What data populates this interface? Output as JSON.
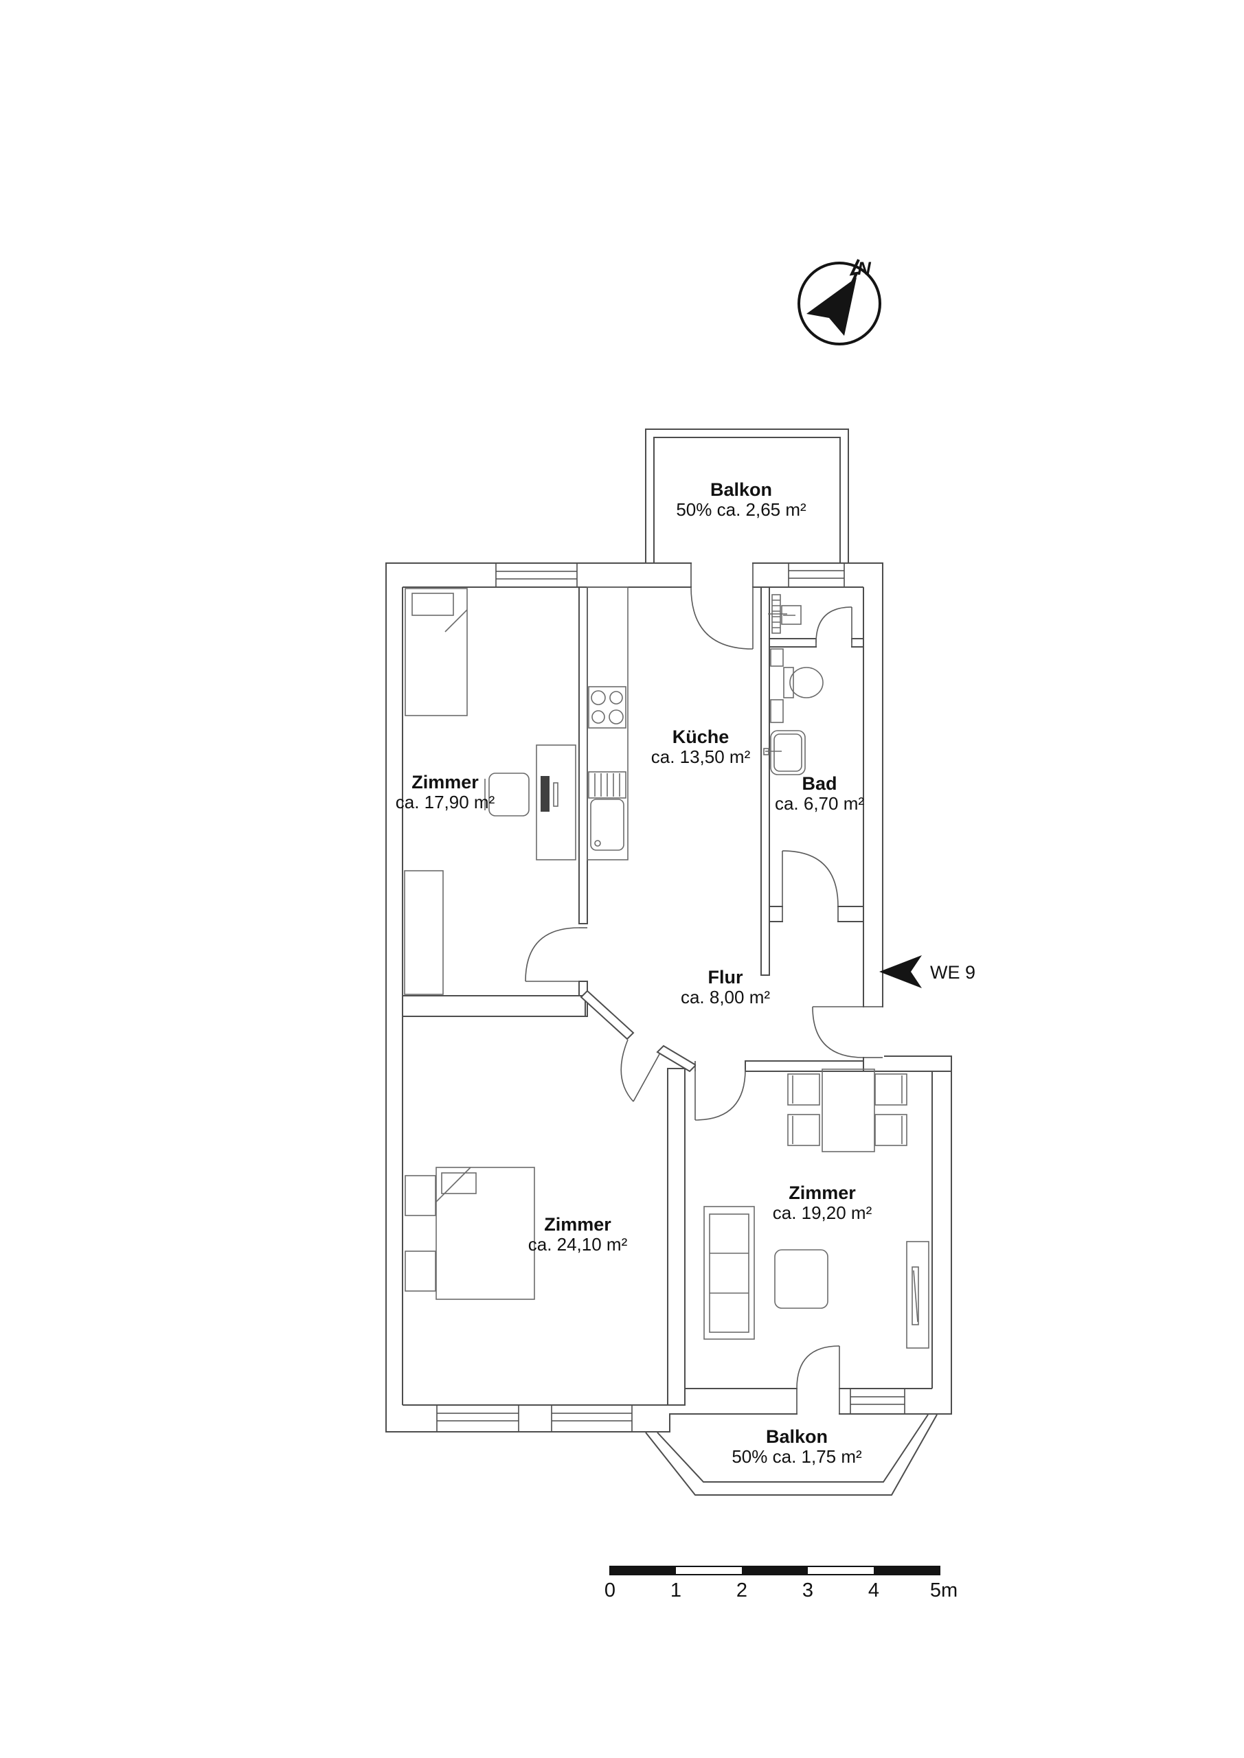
{
  "compass": {
    "label": "N"
  },
  "entrance": {
    "label": "WE 9"
  },
  "rooms": {
    "balkon_top": {
      "name": "Balkon",
      "area": "50% ca. 2,65 m²"
    },
    "zimmer_nw": {
      "name": "Zimmer",
      "area": "ca. 17,90 m²"
    },
    "kueche": {
      "name": "Küche",
      "area": "ca. 13,50 m²"
    },
    "bad": {
      "name": "Bad",
      "area": "ca. 6,70 m²"
    },
    "flur": {
      "name": "Flur",
      "area": "ca. 8,00 m²"
    },
    "zimmer_sw": {
      "name": "Zimmer",
      "area": "ca. 24,10 m²"
    },
    "zimmer_se": {
      "name": "Zimmer",
      "area": "ca. 19,20 m²"
    },
    "balkon_bottom": {
      "name": "Balkon",
      "area": "50% ca. 1,75 m²"
    }
  },
  "scale_bar": {
    "labels": [
      "0",
      "1",
      "2",
      "3",
      "4",
      "5m"
    ]
  },
  "colors": {
    "wall_line": "#4d4d4d",
    "furniture_line": "#6a6a6a",
    "text": "#111111"
  }
}
